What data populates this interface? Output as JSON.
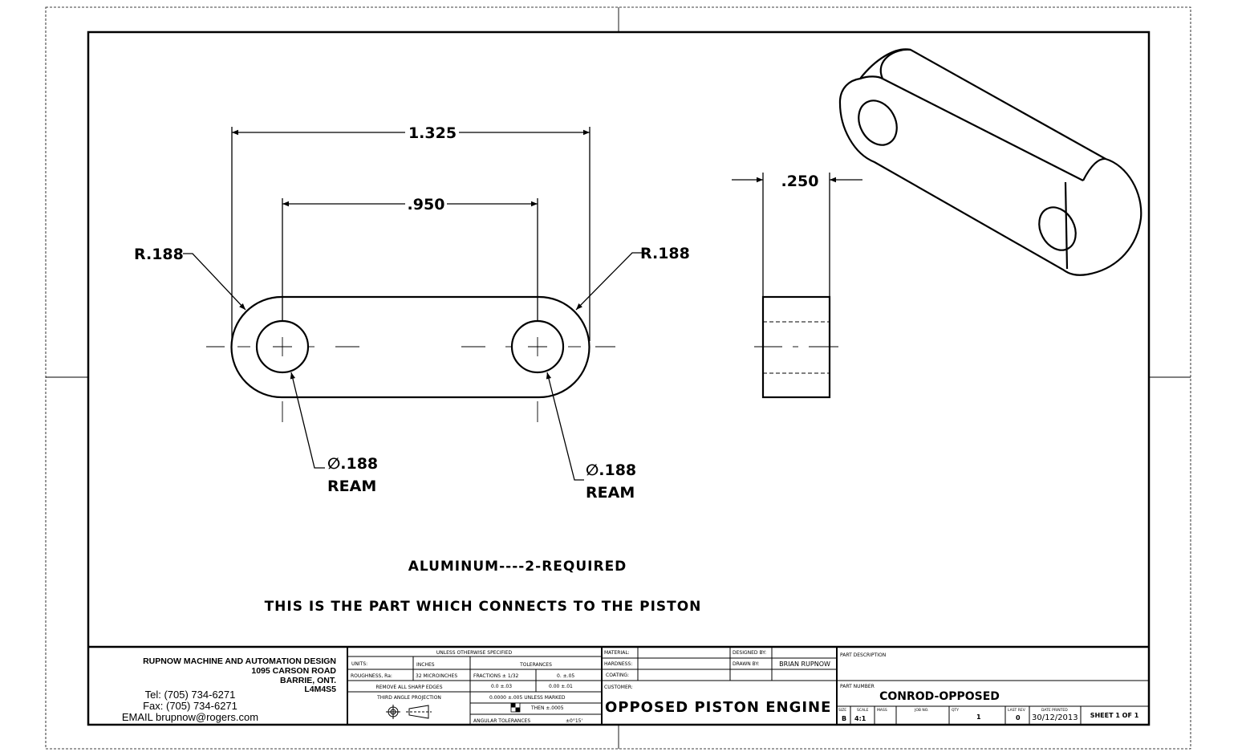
{
  "drawing": {
    "dimensions": {
      "overall_length": "1.325",
      "hole_spacing": ".950",
      "radius_left": "R.188",
      "radius_right": "R.188",
      "thickness": ".250",
      "hole_left": "∅.188",
      "hole_left_note": "REAM",
      "hole_right": "∅.188",
      "hole_right_note": "REAM"
    },
    "notes": {
      "material_qty": "ALUMINUM----2-REQUIRED",
      "description": "THIS IS THE PART WHICH CONNECTS TO THE PISTON"
    }
  },
  "title_block": {
    "company": {
      "name": "RUPNOW MACHINE AND AUTOMATION DESIGN",
      "street": "1095 CARSON ROAD",
      "city": "BARRIE, ONT.",
      "postal": "L4M4S5",
      "tel": "Tel: (705) 734-6271",
      "fax": "Fax: (705) 734-6271",
      "email": "EMAIL brupnow@rogers.com"
    },
    "spec": {
      "header": "UNLESS OTHERWISE SPECIFIED",
      "units_label": "UNITS:",
      "units_value": "INCHES",
      "roughness_label": "ROUGHNESS, Ra:",
      "roughness_value": "32 MICROINCHES",
      "sharp_edges": "REMOVE ALL SHARP EDGES",
      "projection": "THIRD ANGLE PROJECTION",
      "tolerances_header": "TOLERANCES",
      "fractions": "FRACTIONS ± 1/32",
      "tol_0": "0.   ±.05",
      "tol_1": "0.0   ±.03",
      "tol_2": "0.00   ±.01",
      "tol_4": "0.0000   ±.005 UNLESS MARKED",
      "tol_then": "THEN ±.0005",
      "angular_label": "ANGULAR TOLERANCES",
      "angular_value": "±0°15'"
    },
    "info": {
      "material_label": "MATERIAL:",
      "hardness_label": "HARDNESS:",
      "coating_label": "COATING:",
      "designed_by_label": "DESIGNED BY:",
      "drawn_by_label": "DRAWN BY:",
      "drawn_by": "BRIAN RUPNOW",
      "customer_label": "CUSTOMER:",
      "customer": "OPPOSED PISTON ENGINE"
    },
    "part": {
      "description_label": "PART DESCRIPTION",
      "number_label": "PART NUMBER",
      "number": "CONROD-OPPOSED",
      "size_label": "SIZE",
      "size": "B",
      "scale_label": "SCALE",
      "scale": "4:1",
      "mass_label": "MASS",
      "job_label": "JOB NO.",
      "qty_label": "QTY",
      "qty": "1",
      "rev_label": "LAST REV",
      "rev": "0",
      "date_label": "DATE PRINTED",
      "date": "30/12/2013",
      "sheet": "SHEET 1 OF 1"
    }
  }
}
